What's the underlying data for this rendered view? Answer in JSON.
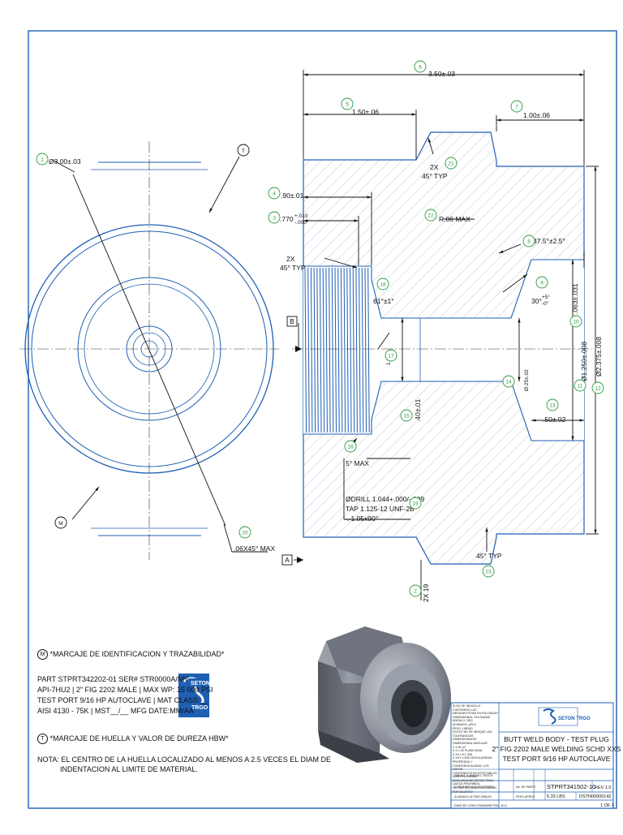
{
  "dimensions": {
    "d1": "Ø3.00±.03",
    "d2": "2X 19",
    "d3": ".770",
    "d3_tol_top": "+.010",
    "d3_tol_bot": "-.000",
    "d4": ".90±.01",
    "d5": "1.50±.06",
    "d6": "3.50±.03",
    "d7": "1.00±.06",
    "d8": "37.5°±2.5°",
    "d9": "30°",
    "d9_tol_top": "+5°",
    "d9_tol_bot": "-0°",
    "d10": ".063±.031",
    "d11": "Ø1.250±.008",
    "d12": "Ø2.375±.008",
    "d13": ".50±.02",
    "d14": "Ø.25±.02",
    "d15": ".40±.01",
    "d16": "5° MAX",
    "d17": "1.2",
    "d18": "61°±1°",
    "d19_line1": "ØDRILL 1.044+.000/-.009",
    "d19_line2": "TAP 1.125-12 UNF-2B",
    "d19_line3": "⌵1.05x90°",
    "d20": ".06X45° MAX",
    "d21_a": "2X",
    "d21_b": "45° TYP",
    "d22": "R.06 MAX",
    "d23": "2X",
    "d23_b": "45° TYP",
    "d24": "45° TYP"
  },
  "balloons": [
    "1",
    "2",
    "3",
    "4",
    "5",
    "6",
    "7",
    "8",
    "9",
    "10",
    "11",
    "12",
    "13",
    "14",
    "15",
    "16",
    "17",
    "18",
    "19",
    "20",
    "21",
    "22",
    "23"
  ],
  "datum_a": "A",
  "datum_b": "B",
  "marker_t": "T",
  "marker_m": "M",
  "notes": {
    "m_symbol": "M",
    "m_title": "*MARCAJE DE IDENTIFICACION Y TRAZABILIDAD*",
    "part_line1": "PART STPRT342202-01  SER# STR0000A/NN",
    "part_line2": "API-7HU2 | 2\" FIG 2202 MALE | MAX WP: 15 000 PSI",
    "part_line3": "TEST PORT 9/16 HP AUTOCLAVE | MAT CLASS:__",
    "part_line4": "AISI 4130 - 75K | MST__/__ MFG  DATE:MM/AA",
    "t_symbol": "T",
    "t_title": "*MARCAJE DE HUELLA Y VALOR DE DUREZA HBW*",
    "nota_line1": "NOTA:  EL CENTRO DE LA HUELLA LOCALIZADO AL MENOS A 2.5 VECES EL DIAM DE",
    "nota_line2": "INDENTACION AL LIMITE DE MATERIAL."
  },
  "logo": {
    "line1": "SETON",
    "line2": "TRGO",
    "small": "SETON TRGO"
  },
  "title_block": {
    "title1": "BUTT WELD BODY - TEST PLUG",
    "title2": "2\" FIG 2202 MALE WELDING SCHD XXS",
    "title3": "TEST PORT 9/16 HP AUTOCLAVE",
    "part_no": "STPRT341502-10",
    "rev": "REV 1.0",
    "weight_label": "PESO APROX",
    "weight": "5.33 LBS",
    "doc": "DSTN00000142",
    "sheet": "1 OF 1",
    "software": "DWG BY CREO PARAMETRIC 10.0",
    "notes_small": [
      "SI NO SE INDICA LO CONTRARIO LAS",
      "MEDIDAS ESTAN EN PULGADAS",
      "DIMENSIONAL: PULGADAS",
      "ANGULO: DEG",
      "ACABADO: µPLG",
      "PESO: LIBRAS",
      "DOCEZ NO SE INDIQUE LAS TOLERANCIAS",
      "DIMENSIONALES",
      "DIMENSIONAL    ANGULAR",
      "X   ±.06        ±2°",
      "X.X  ±.03       PLANICIDAD",
      "X.XX  ±.01      .005",
      "X.XXX ±.005     CIRCULARIDAD",
      "PROPIEDAD Y CONFIDENCIALIDAD: LOS DATOS",
      "CONTENIDOS EN ESTE DIBUJO SON PROPIEDAD",
      "EXCLUSIVA DE SETON TRGO. QUEDA PROHIBIDA",
      "SU USO SIN LA AUTORIZACION POR ESCRITO"
    ],
    "labels": [
      "DIBUJO",
      "J. MANUEL TROCH",
      "APROBO",
      "FRANCISCO PEREZ",
      "No. DE PARTE",
      "ACABADO ULTIMO DIBUJO"
    ]
  }
}
